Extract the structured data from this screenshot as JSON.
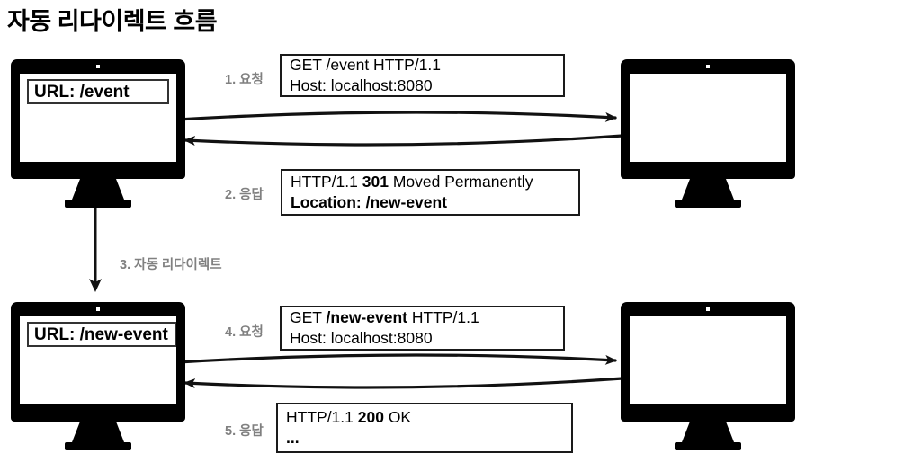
{
  "title": "자동 리다이렉트 흐름",
  "colors": {
    "background": "#ffffff",
    "ink": "#000000",
    "step_label": "#808080",
    "box_border": "#1a1a1a",
    "urlbar_border": "#333333"
  },
  "client_top": {
    "role": "client-browser",
    "url_label": "URL: /event"
  },
  "client_bottom": {
    "role": "client-browser",
    "url_label": "URL: /new-event"
  },
  "server_top": {
    "role": "server",
    "screen_text": ""
  },
  "server_bottom": {
    "role": "server",
    "screen_text": ""
  },
  "steps": [
    {
      "id": "step-1",
      "label": "1. 요청",
      "kind": "request",
      "lines": [
        {
          "segments": [
            {
              "text": "GET /event HTTP/1.1",
              "bold": false
            }
          ]
        },
        {
          "segments": [
            {
              "text": "Host: localhost:8080",
              "bold": false
            }
          ]
        }
      ]
    },
    {
      "id": "step-2",
      "label": "2. 응답",
      "kind": "response",
      "lines": [
        {
          "segments": [
            {
              "text": "HTTP/1.1 ",
              "bold": false
            },
            {
              "text": "301",
              "bold": true
            },
            {
              "text": " Moved Permanently",
              "bold": false
            }
          ]
        },
        {
          "segments": [
            {
              "text": "Location: /new-event",
              "bold": true
            }
          ]
        }
      ]
    },
    {
      "id": "step-3",
      "label": "3. 자동 리다이렉트",
      "kind": "auto-redirect",
      "lines": []
    },
    {
      "id": "step-4",
      "label": "4. 요청",
      "kind": "request",
      "lines": [
        {
          "segments": [
            {
              "text": "GET ",
              "bold": false
            },
            {
              "text": "/new-event",
              "bold": true
            },
            {
              "text": " HTTP/1.1",
              "bold": false
            }
          ]
        },
        {
          "segments": [
            {
              "text": "Host: localhost:8080",
              "bold": false
            }
          ]
        }
      ]
    },
    {
      "id": "step-5",
      "label": "5. 응답",
      "kind": "response",
      "lines": [
        {
          "segments": [
            {
              "text": "HTTP/1.1 ",
              "bold": false
            },
            {
              "text": "200",
              "bold": true
            },
            {
              "text": " OK",
              "bold": false
            }
          ]
        },
        {
          "segments": [
            {
              "text": "...",
              "bold": true
            }
          ]
        }
      ]
    }
  ]
}
